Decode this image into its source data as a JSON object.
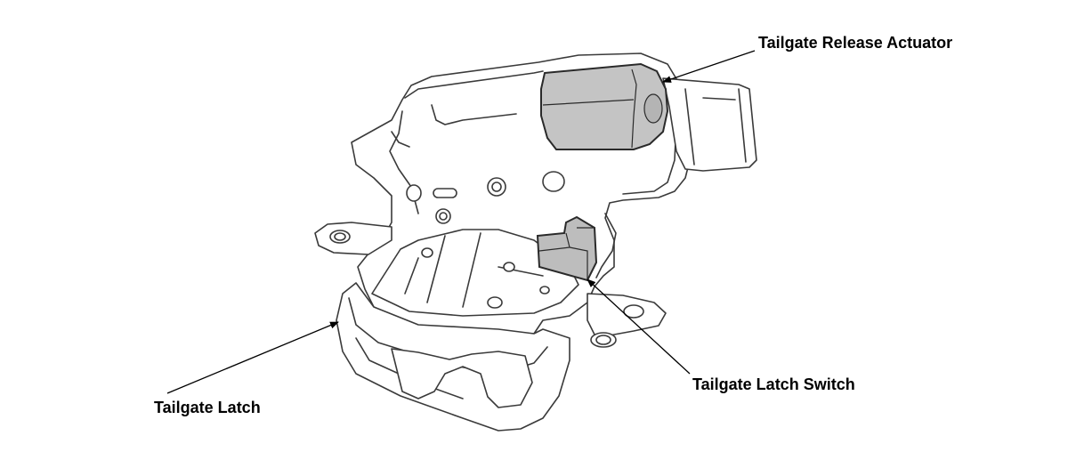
{
  "labels": {
    "actuator": "Tailgate Release Actuator",
    "switch": "Tailgate Latch Switch",
    "latch": "Tailgate Latch"
  },
  "colors": {
    "line": "#3a3a3a",
    "highlight_fill": "#c4c4c4",
    "background": "#ffffff"
  }
}
